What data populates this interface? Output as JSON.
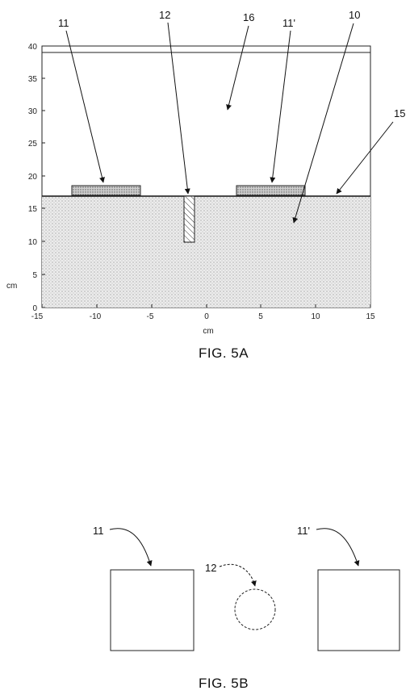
{
  "fig5a": {
    "caption": "FIG. 5A",
    "xlabel": "cm",
    "ylabel": "cm",
    "x_ticks": [
      "-15",
      "-10",
      "-5",
      "0",
      "5",
      "10",
      "15"
    ],
    "y_ticks": [
      "0",
      "5",
      "10",
      "15",
      "20",
      "25",
      "30",
      "35",
      "40"
    ],
    "labels": {
      "ref_11": "11",
      "ref_12": "12",
      "ref_16": "16",
      "ref_11p": "11'",
      "ref_10": "10",
      "ref_15": "15"
    }
  },
  "fig5b": {
    "caption": "FIG. 5B",
    "labels": {
      "ref_11": "11",
      "ref_12": "12",
      "ref_11p": "11'"
    }
  }
}
